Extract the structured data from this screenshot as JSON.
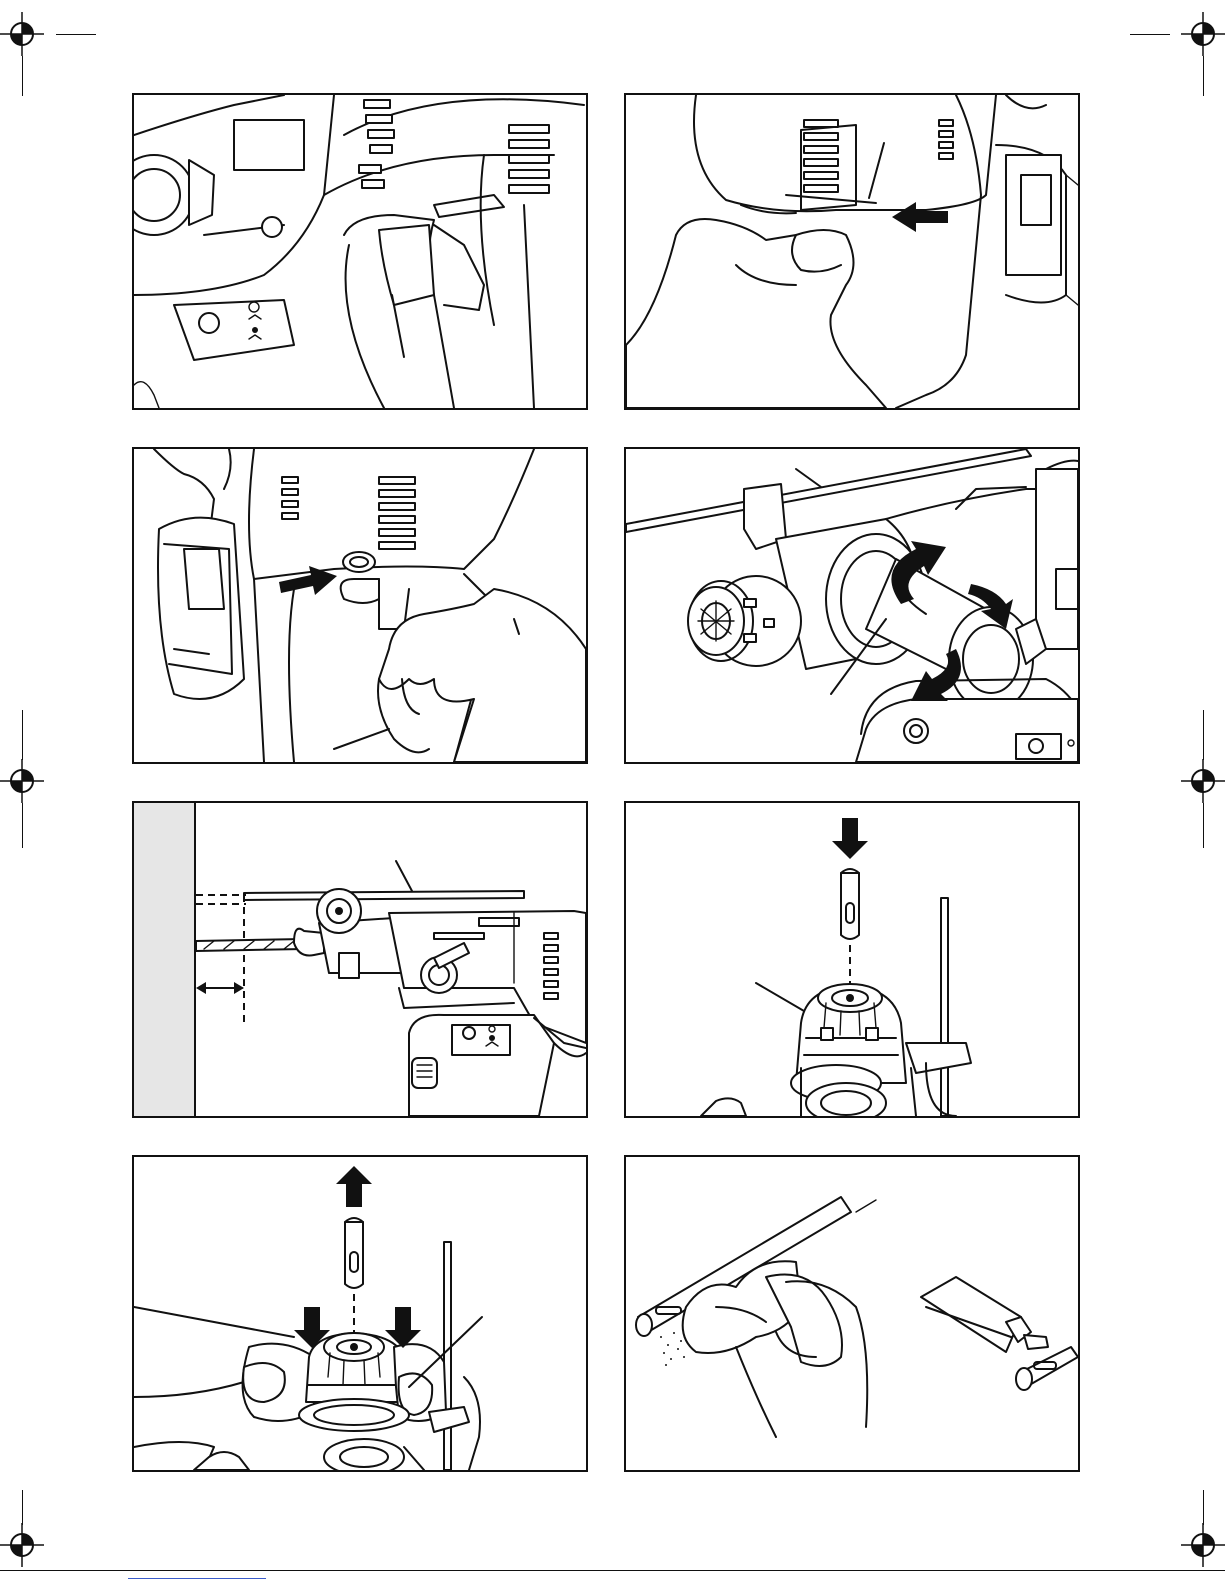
{
  "page": {
    "type": "instruction-figure-page",
    "panel_count": 8
  },
  "panels": [
    {
      "id": 1,
      "content": "illustration"
    },
    {
      "id": 2,
      "content": "illustration"
    },
    {
      "id": 3,
      "content": "illustration"
    },
    {
      "id": 4,
      "content": "illustration"
    },
    {
      "id": 5,
      "content": "illustration"
    },
    {
      "id": 6,
      "content": "illustration"
    },
    {
      "id": 7,
      "content": "illustration"
    },
    {
      "id": 8,
      "content": "illustration"
    }
  ],
  "colors": {
    "ink": "#111111",
    "paper": "#ffffff",
    "wall": "#e6e6e6",
    "link": "#3a5ccc"
  },
  "icons": [
    "registration-mark-icon",
    "arrow-icon",
    "rotate-arrow-icon"
  ]
}
